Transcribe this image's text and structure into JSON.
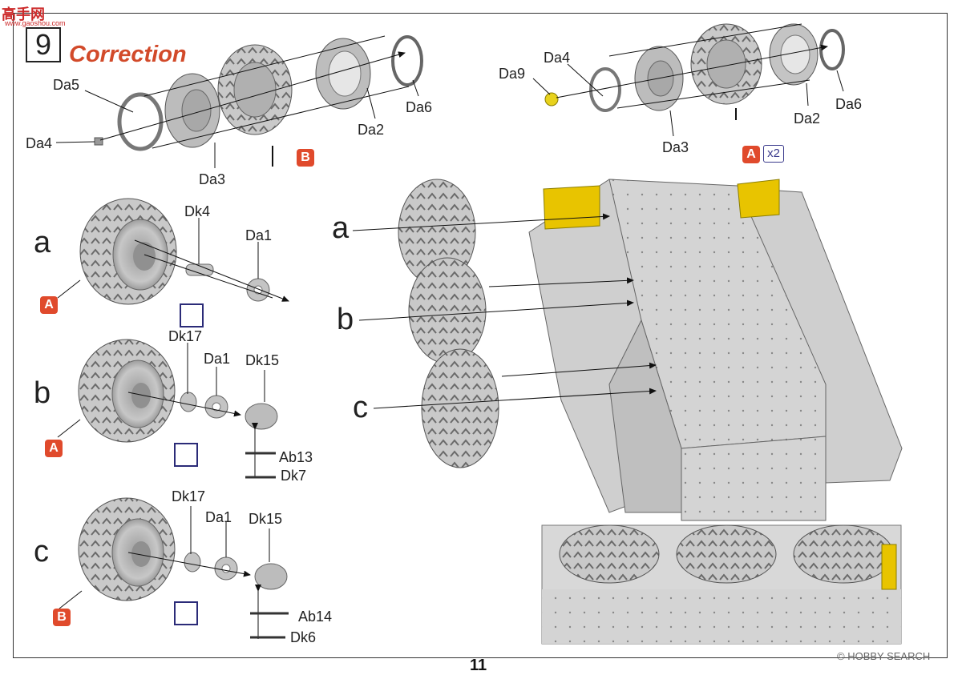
{
  "watermark": {
    "logo": "高手网",
    "sub": "www.gaoshou.com"
  },
  "step": {
    "number": "9",
    "title": "Correction"
  },
  "labels": {
    "top_left": {
      "da5": "Da5",
      "da4": "Da4",
      "da3": "Da3",
      "da2": "Da2",
      "da6": "Da6",
      "badge": "B"
    },
    "top_right": {
      "da9": "Da9",
      "da4": "Da4",
      "da3": "Da3",
      "da2": "Da2",
      "da6": "Da6",
      "badge": "A",
      "qty": "x2"
    },
    "sub_a": {
      "letter": "a",
      "dk4": "Dk4",
      "da1": "Da1",
      "badge": "A"
    },
    "sub_b": {
      "letter": "b",
      "dk17": "Dk17",
      "da1": "Da1",
      "dk15": "Dk15",
      "ab13": "Ab13",
      "dk7": "Dk7",
      "badge": "A"
    },
    "sub_c": {
      "letter": "c",
      "dk17": "Dk17",
      "da1": "Da1",
      "dk15": "Dk15",
      "ab14": "Ab14",
      "dk6": "Dk6",
      "badge": "B"
    },
    "main": {
      "a": "a",
      "b": "b",
      "c": "c"
    }
  },
  "page_number": "11",
  "credit": "© HOBBY SEARCH",
  "colors": {
    "accent": "#d24a2a",
    "badge": "#e04a2c",
    "cutter": "#2b2b78",
    "part": "#bdbdbd",
    "yellow": "#e8c400"
  }
}
